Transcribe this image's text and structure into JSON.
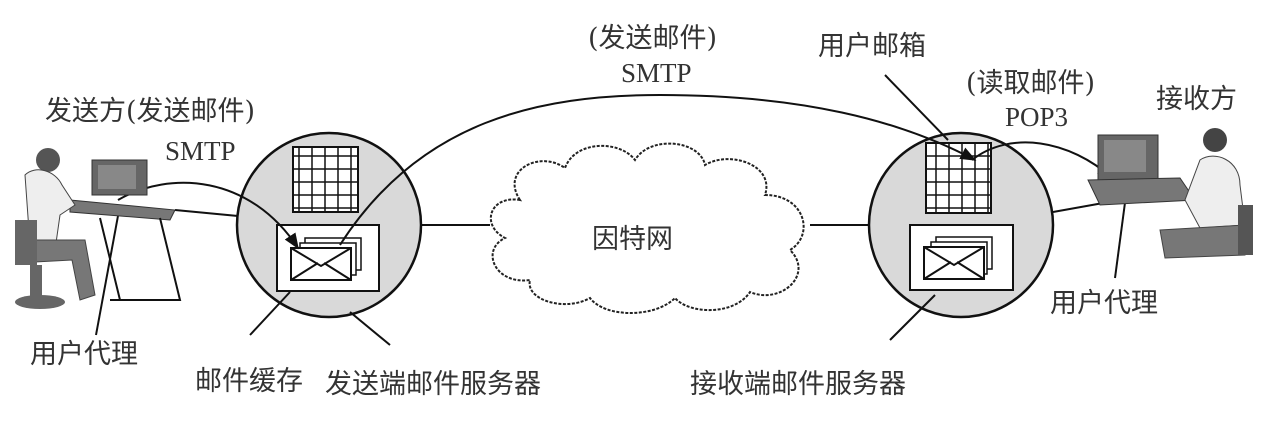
{
  "labels": {
    "sender": "发送方(发送邮件)",
    "sender_protocol": "SMTP",
    "relay_action": "(发送邮件)",
    "relay_protocol": "SMTP",
    "mailbox": "用户邮箱",
    "read_action": "(读取邮件)",
    "read_protocol": "POP3",
    "receiver": "接收方",
    "internet": "因特网",
    "user_agent_left": "用户代理",
    "mail_buffer": "邮件缓存",
    "sender_server": "发送端邮件服务器",
    "receiver_server": "接收端邮件服务器",
    "user_agent_right": "用户代理"
  },
  "colors": {
    "server_fill": "#d9d9d9",
    "person_fill": "#777777",
    "line": "#111111"
  }
}
